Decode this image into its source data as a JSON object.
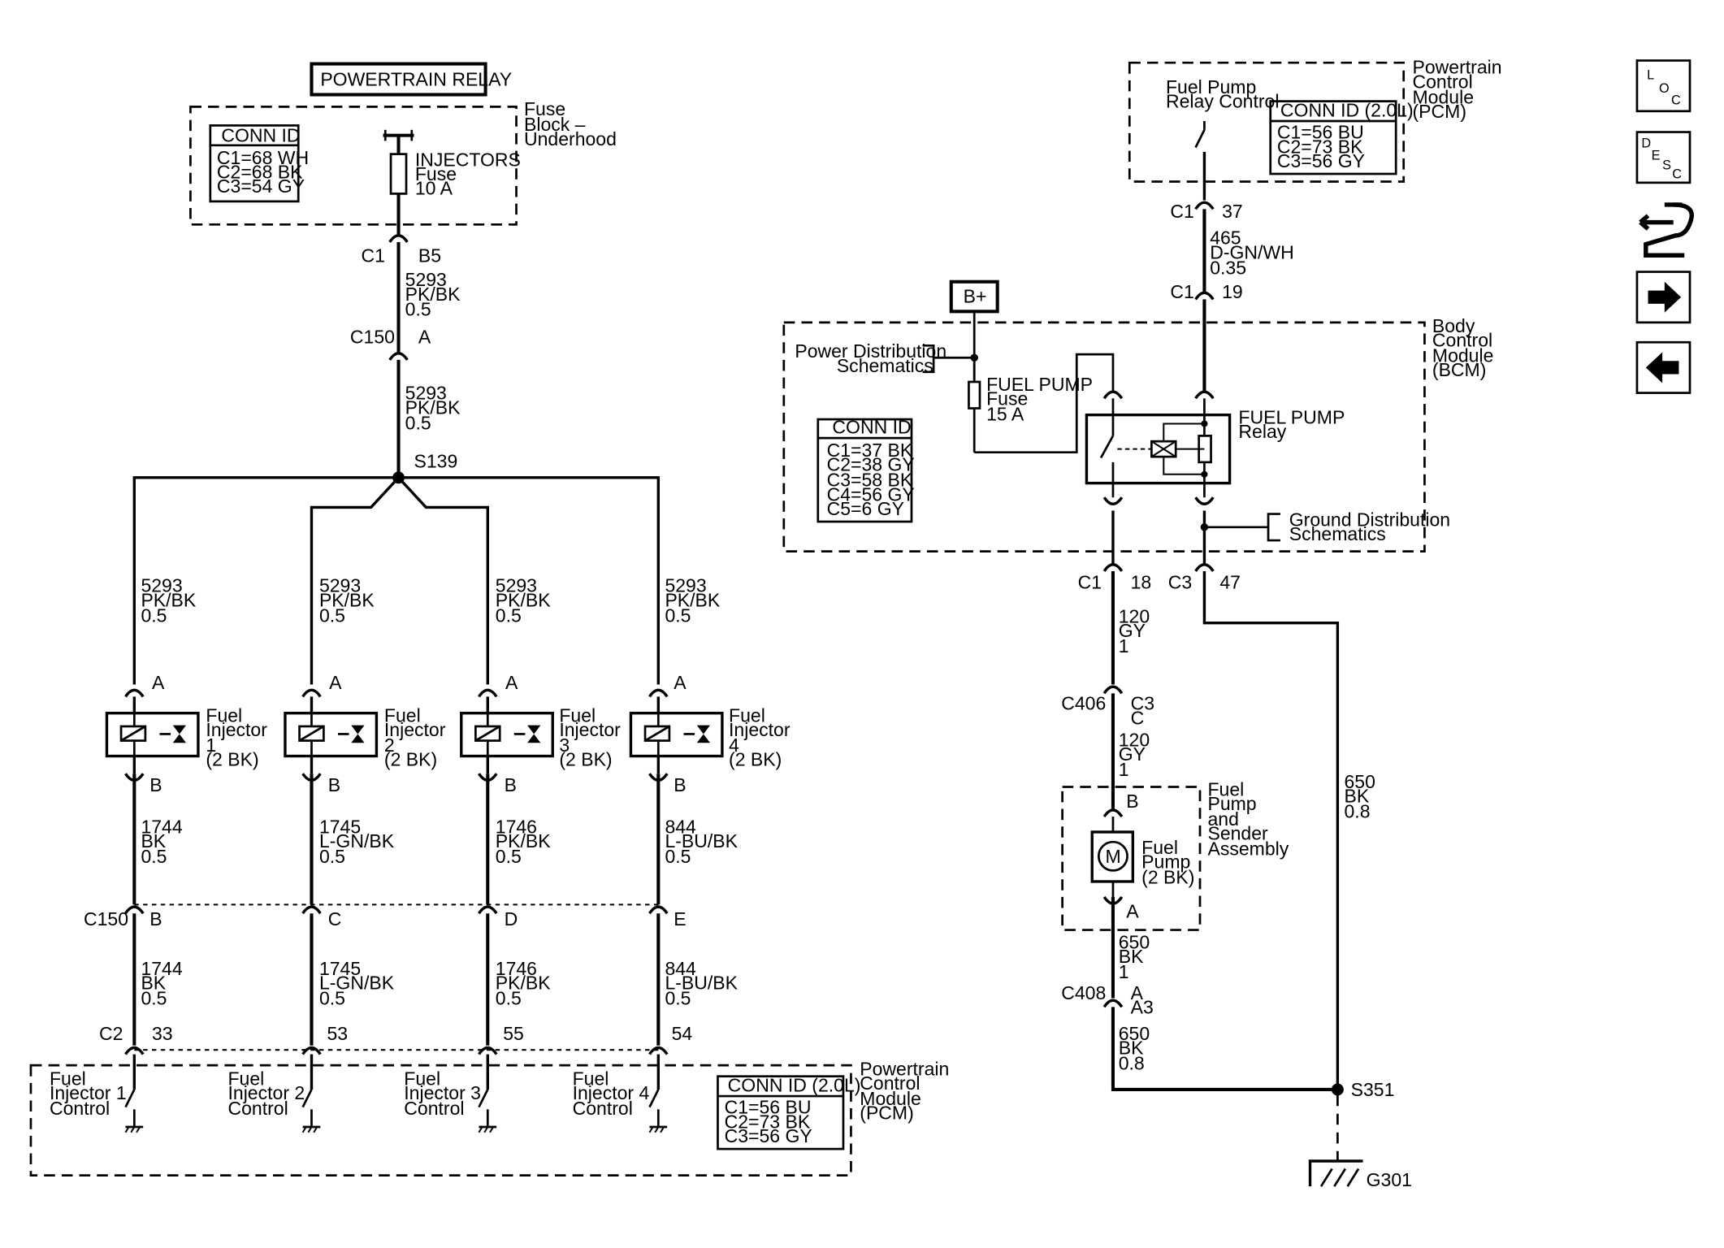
{
  "left": {
    "powertrain_relay": "POWERTRAIN RELAY",
    "fuse_block_name": [
      "Fuse",
      "Block –",
      "Underhood"
    ],
    "fuse_block_conn": {
      "title": "CONN ID",
      "lines": [
        "C1=68 WH",
        "C2=68 BK",
        "C3=54 GY"
      ]
    },
    "injectors_fuse": [
      "INJECTORS",
      "Fuse",
      "10 A"
    ],
    "c1": "C1",
    "b5": "B5",
    "wire_top": [
      "5293",
      "PK/BK",
      "0.5"
    ],
    "c150": "C150",
    "pin_a": "A",
    "wire_mid": [
      "5293",
      "PK/BK",
      "0.5"
    ],
    "splice": "S139",
    "branch_wires": [
      [
        "5293",
        "PK/BK",
        "0.5"
      ],
      [
        "5293",
        "PK/BK",
        "0.5"
      ],
      [
        "5293",
        "PK/BK",
        "0.5"
      ],
      [
        "5293",
        "PK/BK",
        "0.5"
      ]
    ],
    "injector_pin_top": "A",
    "injector_pin_bottom": "B",
    "injectors": [
      [
        "Fuel",
        "Injector",
        "1",
        "(2 BK)"
      ],
      [
        "Fuel",
        "Injector",
        "2",
        "(2 BK)"
      ],
      [
        "Fuel",
        "Injector",
        "3",
        "(2 BK)"
      ],
      [
        "Fuel",
        "Injector",
        "4",
        "(2 BK)"
      ]
    ],
    "lower_wires": [
      [
        "1744",
        "BK",
        "0.5"
      ],
      [
        "1745",
        "L-GN/BK",
        "0.5"
      ],
      [
        "1746",
        "PK/BK",
        "0.5"
      ],
      [
        "844",
        "L-BU/BK",
        "0.5"
      ]
    ],
    "c150b": "C150",
    "c150_pins": [
      "B",
      "C",
      "D",
      "E"
    ],
    "bottom_wires": [
      [
        "1744",
        "BK",
        "0.5"
      ],
      [
        "1745",
        "L-GN/BK",
        "0.5"
      ],
      [
        "1746",
        "PK/BK",
        "0.5"
      ],
      [
        "844",
        "L-BU/BK",
        "0.5"
      ]
    ],
    "c2": "C2",
    "pcm_pins": [
      "33",
      "53",
      "55",
      "54"
    ],
    "controls": [
      [
        "Fuel",
        "Injector 1",
        "Control"
      ],
      [
        "Fuel",
        "Injector 2",
        "Control"
      ],
      [
        "Fuel",
        "Injector 3",
        "Control"
      ],
      [
        "Fuel",
        "Injector 4",
        "Control"
      ]
    ],
    "pcm_conn": {
      "title": "CONN ID (2.0L)",
      "lines": [
        "C1=56 BU",
        "C2=73 BK",
        "C3=56 GY"
      ]
    },
    "pcm_name": [
      "Powertrain",
      "Control",
      "Module",
      "(PCM)"
    ]
  },
  "right": {
    "pcm_name": [
      "Powertrain",
      "Control",
      "Module",
      "(PCM)"
    ],
    "relay_control": [
      "Fuel Pump",
      "Relay Control"
    ],
    "pcm_conn": {
      "title": "CONN ID (2.0L)",
      "lines": [
        "C1=56 BU",
        "C2=73 BK",
        "C3=56 GY"
      ]
    },
    "c1_top": "C1",
    "pin37": "37",
    "wire465": [
      "465",
      "D-GN/WH",
      "0.35"
    ],
    "c1_mid": "C1",
    "pin19": "19",
    "bplus": "B+",
    "power_dist": [
      "Power Distribution",
      "Schematics"
    ],
    "fuel_pump_fuse": [
      "FUEL PUMP",
      "Fuse",
      "15 A"
    ],
    "bcm_conn": {
      "title": "CONN ID",
      "lines": [
        "C1=37 BK",
        "C2=38 GY",
        "C3=58 BK",
        "C4=56 GY",
        "C5=6 GY"
      ]
    },
    "fuel_pump_relay": [
      "FUEL PUMP",
      "Relay"
    ],
    "bcm_name": [
      "Body",
      "Control",
      "Module",
      "(BCM)"
    ],
    "ground_dist": [
      "Ground Distribution",
      "Schematics"
    ],
    "c1_bot": "C1",
    "pin18": "18",
    "c3_bot": "C3",
    "pin47": "47",
    "wire120a": [
      "120",
      "GY",
      "1"
    ],
    "c406": "C406",
    "c406_pins": [
      "C3",
      "C"
    ],
    "wire120b": [
      "120",
      "GY",
      "1"
    ],
    "pump_pin_b": "B",
    "fuel_pump": [
      "Fuel",
      "Pump",
      "(2 BK)"
    ],
    "motor": "M",
    "pump_assembly": [
      "Fuel",
      "Pump",
      "and",
      "Sender",
      "Assembly"
    ],
    "pump_pin_a": "A",
    "wire650a": [
      "650",
      "BK",
      "1"
    ],
    "c408": "C408",
    "c408_pins": [
      "A",
      "A3"
    ],
    "wire650b": [
      "650",
      "BK",
      "0.8"
    ],
    "wire650c": [
      "650",
      "BK",
      "0.8"
    ],
    "splice": "S351",
    "ground": "G301"
  },
  "sidebar": {
    "loc_label": [
      "L",
      "O",
      "C"
    ],
    "desc_label": [
      "D",
      "E",
      "S",
      "C"
    ],
    "icons": [
      "loc-icon",
      "desc-icon",
      "connector-tool-icon",
      "next-arrow-icon",
      "back-arrow-icon"
    ]
  }
}
